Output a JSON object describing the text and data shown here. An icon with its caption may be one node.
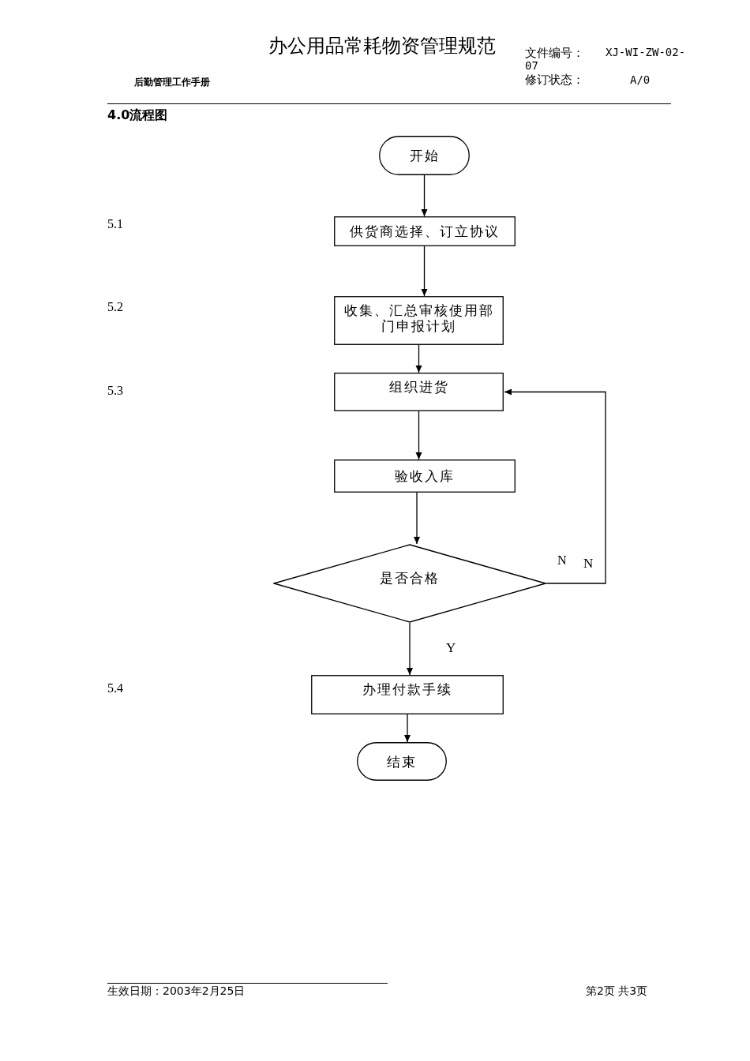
{
  "diagram": {
    "title": "办公用品常耗物资管理规范",
    "nodes": [
      {
        "text": [
          "开始"
        ]
      },
      {
        "text": [
          "供货商选择、订立协议"
        ]
      },
      {
        "text": [
          "收集、汇总审核使用部门申报计划"
        ]
      },
      {
        "text": [
          "组织进货"
        ]
      },
      {
        "text": [
          "验收入库"
        ]
      },
      {
        "text": [
          "是否合格"
        ]
      },
      {
        "text": [
          "办理付款手续"
        ]
      },
      {
        "text": [
          "结束"
        ]
      }
    ],
    "edges": [
      {
        "from": 0,
        "to": 1,
        "arrow": "to"
      },
      {
        "from": 1,
        "to": 2,
        "arrow": "to"
      },
      {
        "from": 2,
        "to": 3,
        "arrow": "to"
      },
      {
        "from": 3,
        "to": 4,
        "arrow": "to"
      },
      {
        "from": 4,
        "to": 5,
        "arrow": "to"
      },
      {
        "from": 5,
        "to": 3,
        "arrow": "to",
        "label": "N"
      },
      {
        "from": 5,
        "to": 6,
        "arrow": "to",
        "label": "Y"
      },
      {
        "from": 6,
        "to": 7,
        "arrow": "to"
      }
    ],
    "labels": [
      "后勤管理工作手册",
      "文件编号：",
      "XJ-WI-ZW-02-07",
      "修订状态：",
      "A/0",
      "4.0流程图",
      "5.1",
      "5.2",
      "5.3",
      "5.4",
      "N",
      "生效日期：2003年2月25日",
      "第2页 共3页"
    ]
  }
}
